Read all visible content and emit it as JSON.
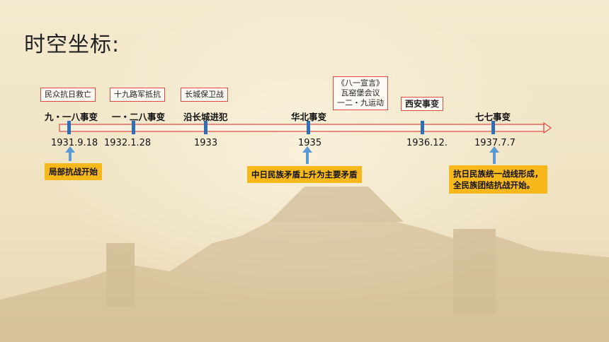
{
  "title": "时空坐标:",
  "events": [
    {
      "label": "九・一八事变",
      "year": "1931.9.18"
    },
    {
      "label": "一・二八事变",
      "year": "1932.1.28"
    },
    {
      "label": "沿长城进犯",
      "year": "1933"
    },
    {
      "label": "华北事变",
      "year": "1935"
    },
    {
      "label": "",
      "year": "1936.12."
    },
    {
      "label": "七七事变",
      "year": "1937.7.7"
    }
  ],
  "tags": {
    "t1": "民众抗日救亡",
    "t2": "十九路军抵抗",
    "t3": "长城保卫战",
    "t4_line1": "《八一宣言》",
    "t4_line2": "瓦窑堡会议",
    "t4_line3": "一二・九运动",
    "t5": "西安事变"
  },
  "notes": {
    "n1": "局部抗战开始",
    "n2": "中日民族矛盾上升为主要矛盾",
    "n3_line1": "抗日民族统一战线形成，",
    "n3_line2": "全民族团结抗战开始。"
  },
  "colors": {
    "axis_stroke": "#e0483e",
    "tick": "#2f6fb5",
    "note_bg": "#f7b81c",
    "arrow": "#5b9bd5"
  }
}
